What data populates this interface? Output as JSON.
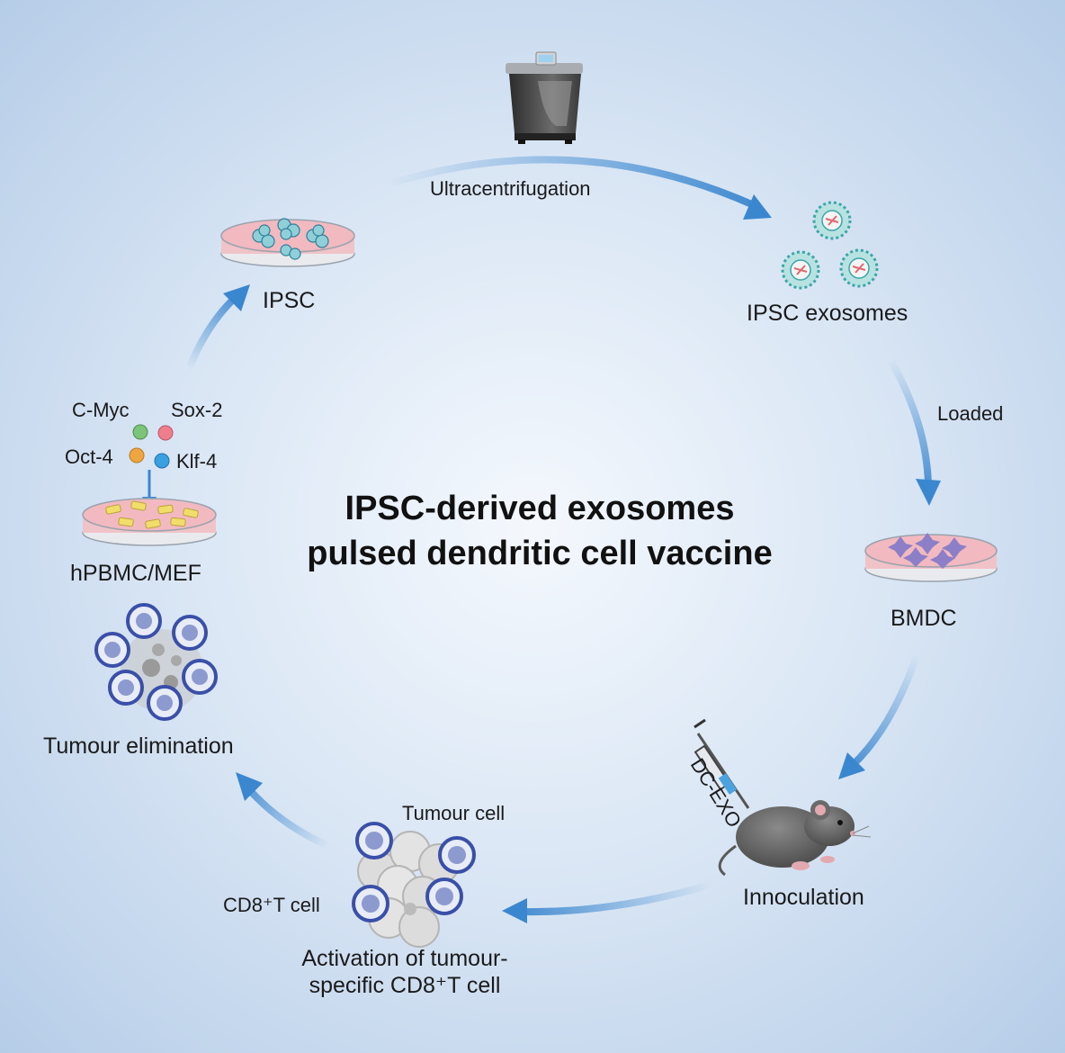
{
  "title_line1": "IPSC-derived exosomes",
  "title_line2": "pulsed dendritic cell vaccine",
  "labels": {
    "ultracentrifugation": "Ultracentrifugation",
    "ipsc_exosomes": "IPSC exosomes",
    "loaded": "Loaded",
    "bmdc": "BMDC",
    "dc_exo": "DC-EXO",
    "innoculation": "Innoculation",
    "tumour_cell": "Tumour cell",
    "cd8_t_cell": "CD8⁺T cell",
    "activation_line1": "Activation of tumour-",
    "activation_line2": "specific CD8⁺T cell",
    "tumour_elimination": "Tumour elimination",
    "hpbmc_mef": "hPBMC/MEF",
    "ipsc": "IPSC"
  },
  "factors": {
    "c_myc": "C-Myc",
    "sox2": "Sox-2",
    "oct4": "Oct-4",
    "klf4": "Klf-4"
  },
  "colors": {
    "arrow": "#3a86cf",
    "dish_medium": "#f2b9c0",
    "c_myc": "#7cc47a",
    "sox2": "#ef7e8c",
    "oct4": "#f0a640",
    "klf4": "#3aa0e0",
    "t_cell": "#3a4fa8"
  }
}
